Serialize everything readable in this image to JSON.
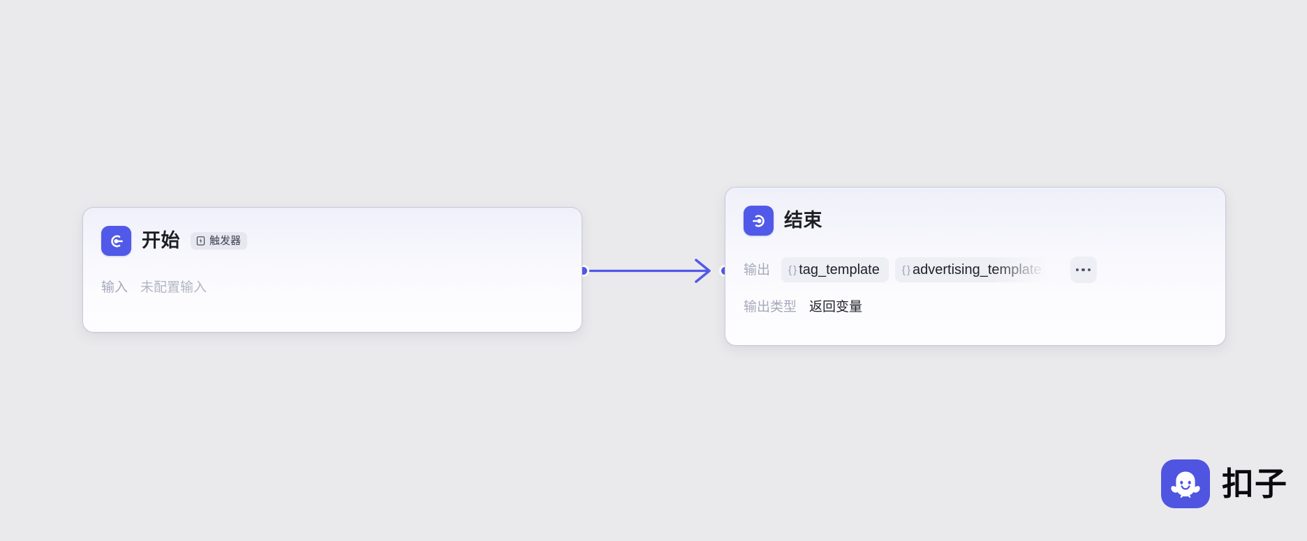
{
  "canvas": {
    "background_color": "#eaeaec",
    "accent_color": "#5159e8"
  },
  "nodes": [
    {
      "id": "start",
      "title": "开始",
      "icon": "start-node-icon",
      "badge": {
        "label": "触发器",
        "icon": "lightning-bolt-icon"
      },
      "rows": [
        {
          "label": "输入",
          "value": "未配置输入",
          "muted": true
        }
      ]
    },
    {
      "id": "end",
      "title": "结束",
      "icon": "end-node-icon",
      "rows": [
        {
          "label": "输出"
        },
        {
          "label": "输出类型",
          "value": "返回变量",
          "muted": false
        }
      ],
      "output_chips": [
        {
          "glyph": "{ }",
          "name": "tag_template"
        },
        {
          "glyph": "{ }",
          "name": "advertising_template"
        }
      ],
      "more_button": "···"
    }
  ],
  "edge": {
    "from": "start",
    "to": "end",
    "color": "#5159e8",
    "arrow": true
  },
  "watermark": {
    "brand": "扣子",
    "mark": "coze-ghost-icon"
  }
}
